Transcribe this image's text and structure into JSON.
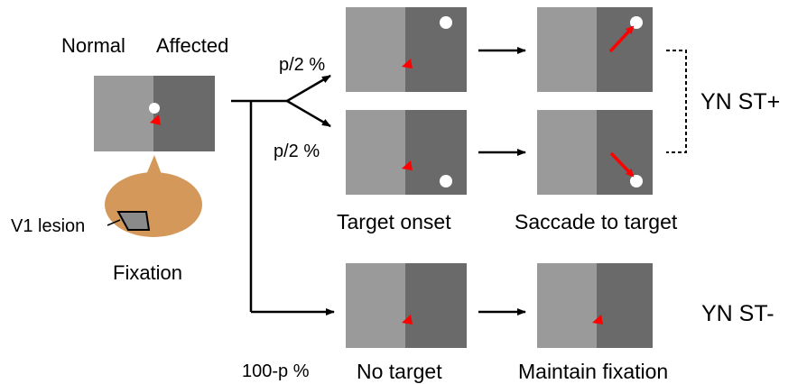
{
  "labels": {
    "normal": "Normal",
    "affected": "Affected",
    "v1_lesion": "V1 lesion",
    "fixation": "Fixation",
    "prob_upper": "p/2 %",
    "prob_lower": "p/2 %",
    "prob_bottom": "100-p %",
    "target_onset": "Target onset",
    "saccade_to_target": "Saccade to target",
    "no_target": "No target",
    "maintain_fixation": "Maintain fixation",
    "yn_st_plus": "YN ST+",
    "yn_st_minus": "YN ST-"
  },
  "colors": {
    "normal_field": "#9a9a9a",
    "affected_field": "#6a6a6a",
    "fixation_marker": "#ff0000",
    "target": "#ffffff",
    "head": "#d4995a",
    "lesion": "#8a8a8a"
  }
}
